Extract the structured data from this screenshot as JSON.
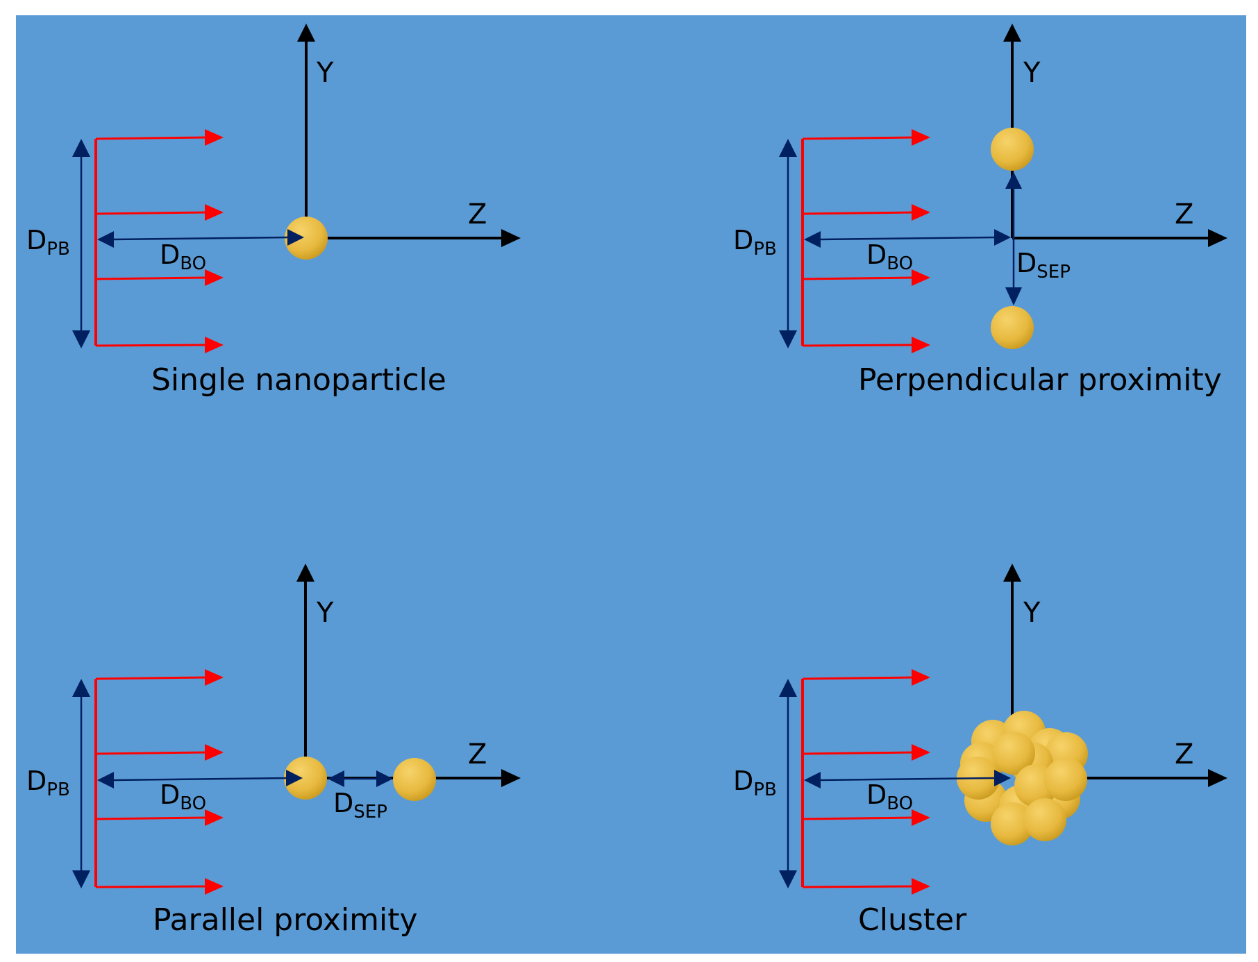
{
  "colors": {
    "background": "#5b9bd5",
    "beam": "#ff0000",
    "dimension": "#002060",
    "axis": "#000000",
    "particle_light": "#f6d36a",
    "particle_dark": "#c99a1e"
  },
  "labels": {
    "y_axis": "Y",
    "z_axis": "Z",
    "d_main": "D",
    "pb_sub": "PB",
    "bo_sub": "BO",
    "sep_sub": "SEP"
  },
  "panels": [
    {
      "id": "single",
      "caption": "Single nanoparticle"
    },
    {
      "id": "perpendicular",
      "caption": "Perpendicular proximity"
    },
    {
      "id": "parallel",
      "caption": "Parallel proximity"
    },
    {
      "id": "cluster",
      "caption": "Cluster"
    }
  ]
}
